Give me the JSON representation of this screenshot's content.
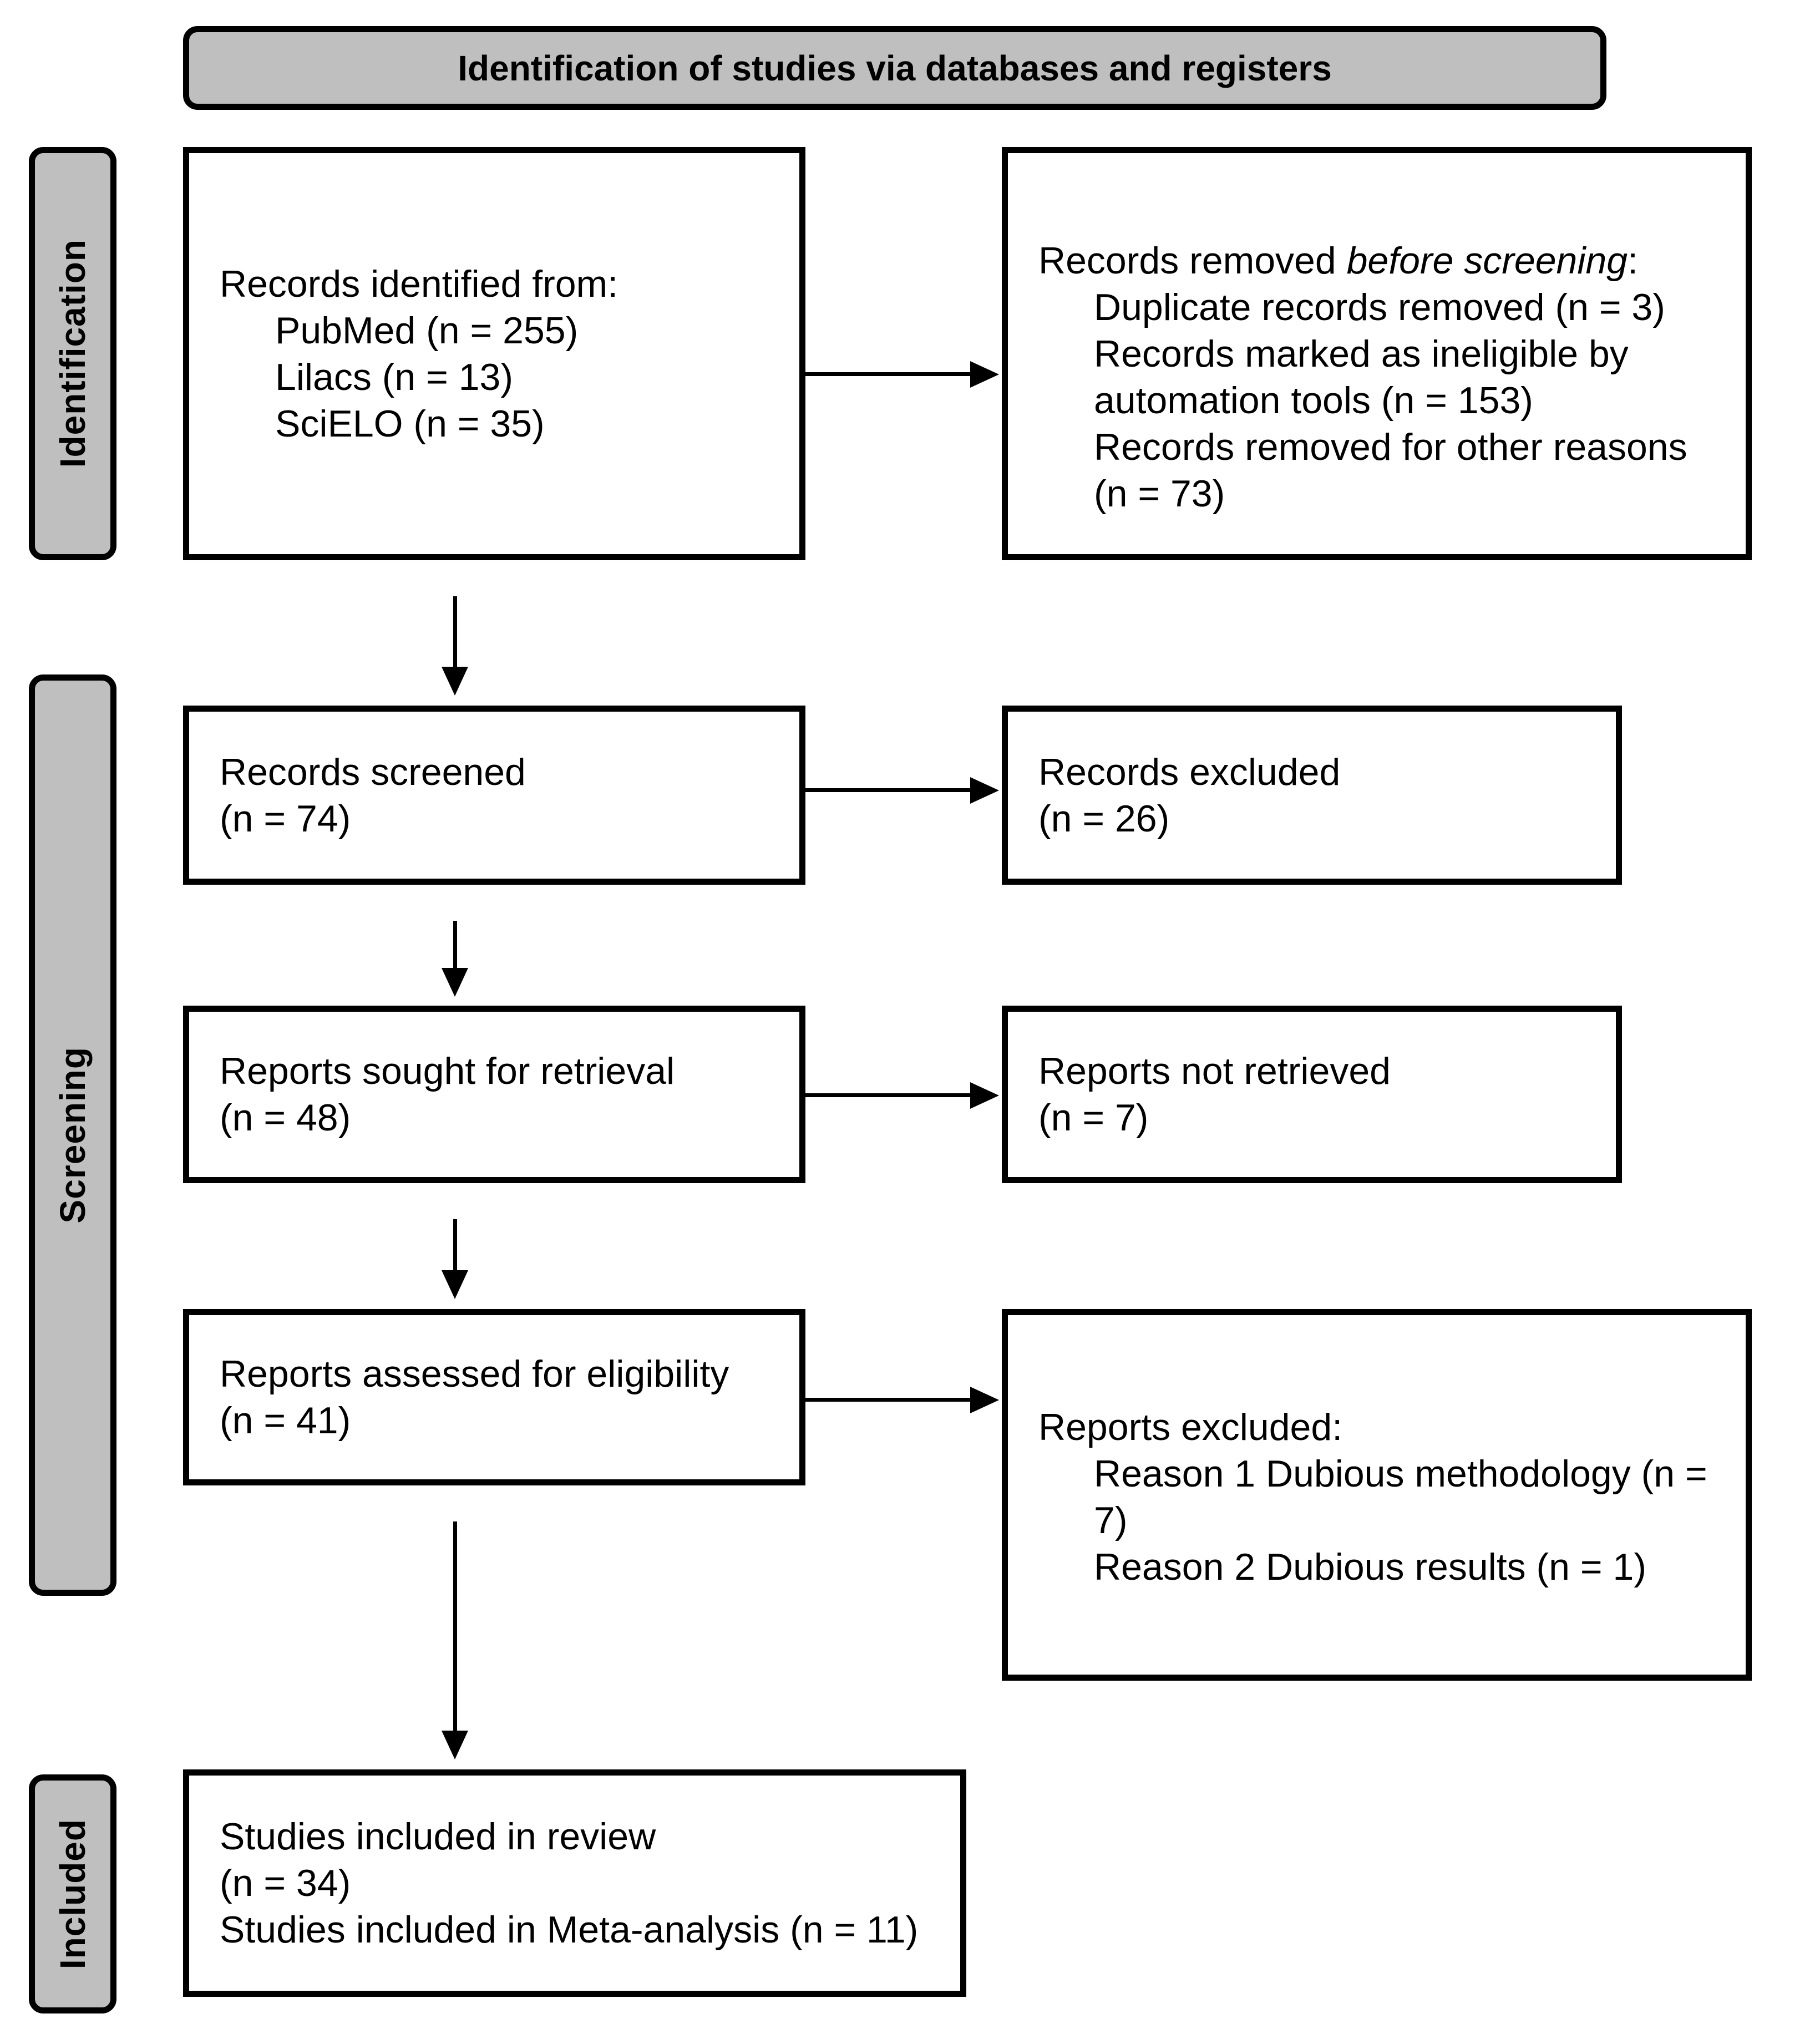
{
  "title": "Identification of studies via databases and registers",
  "sidebar": {
    "identification": "Identification",
    "screening": "Screening",
    "included": "Included"
  },
  "boxes": {
    "records_identified": {
      "intro": "Records identified from:",
      "items": [
        "PubMed (n = 255)",
        "Lilacs (n = 13)",
        "SciELO (n = 35)"
      ]
    },
    "records_removed": {
      "intro_prefix": "Records removed ",
      "intro_italic": "before screening",
      "intro_suffix": ":",
      "items": [
        "Duplicate records removed (n = 3)",
        "Records marked as ineligible by\nautomation tools (n = 153)",
        "Records removed for other reasons\n(n = 73)"
      ]
    },
    "records_screened": {
      "lines": [
        "Records screened",
        "(n = 74)"
      ]
    },
    "records_excluded": {
      "lines": [
        "Records excluded",
        "(n = 26)"
      ]
    },
    "reports_sought": {
      "lines": [
        "Reports sought for retrieval",
        "(n = 48)"
      ]
    },
    "reports_not_retrieved": {
      "lines": [
        "Reports not retrieved",
        "(n = 7)"
      ]
    },
    "reports_assessed": {
      "lines": [
        "Reports assessed for eligibility",
        "(n = 41)"
      ]
    },
    "reports_excluded": {
      "intro": "Reports excluded:",
      "items": [
        "Reason 1 Dubious methodology (n = 7)",
        "Reason 2 Dubious results (n = 1)"
      ]
    },
    "studies_included": {
      "lines": [
        "Studies included in review",
        "(n = 34)",
        "Studies included in Meta-analysis (n = 11)"
      ]
    }
  },
  "colors": {
    "band_fill": "#bfbfbf",
    "border": "#000000",
    "background": "#ffffff",
    "text": "#000000"
  }
}
